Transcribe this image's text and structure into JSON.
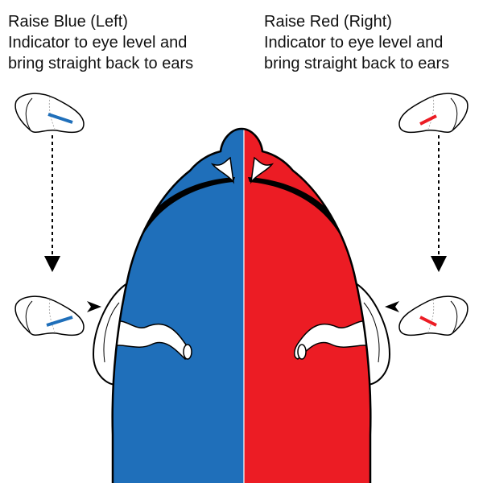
{
  "left": {
    "lines": [
      "Raise Blue (Left)",
      "Indicator to eye level and",
      "bring straight back to ears"
    ],
    "color": "#1f6fba"
  },
  "right": {
    "lines": [
      "Raise Red (Right)",
      "Indicator to eye level and",
      "bring straight back to ears"
    ],
    "color": "#ec1c24"
  },
  "icons": [
    "earbud-icon",
    "arrow-down-icon",
    "arrow-right-icon",
    "arrow-left-icon"
  ]
}
